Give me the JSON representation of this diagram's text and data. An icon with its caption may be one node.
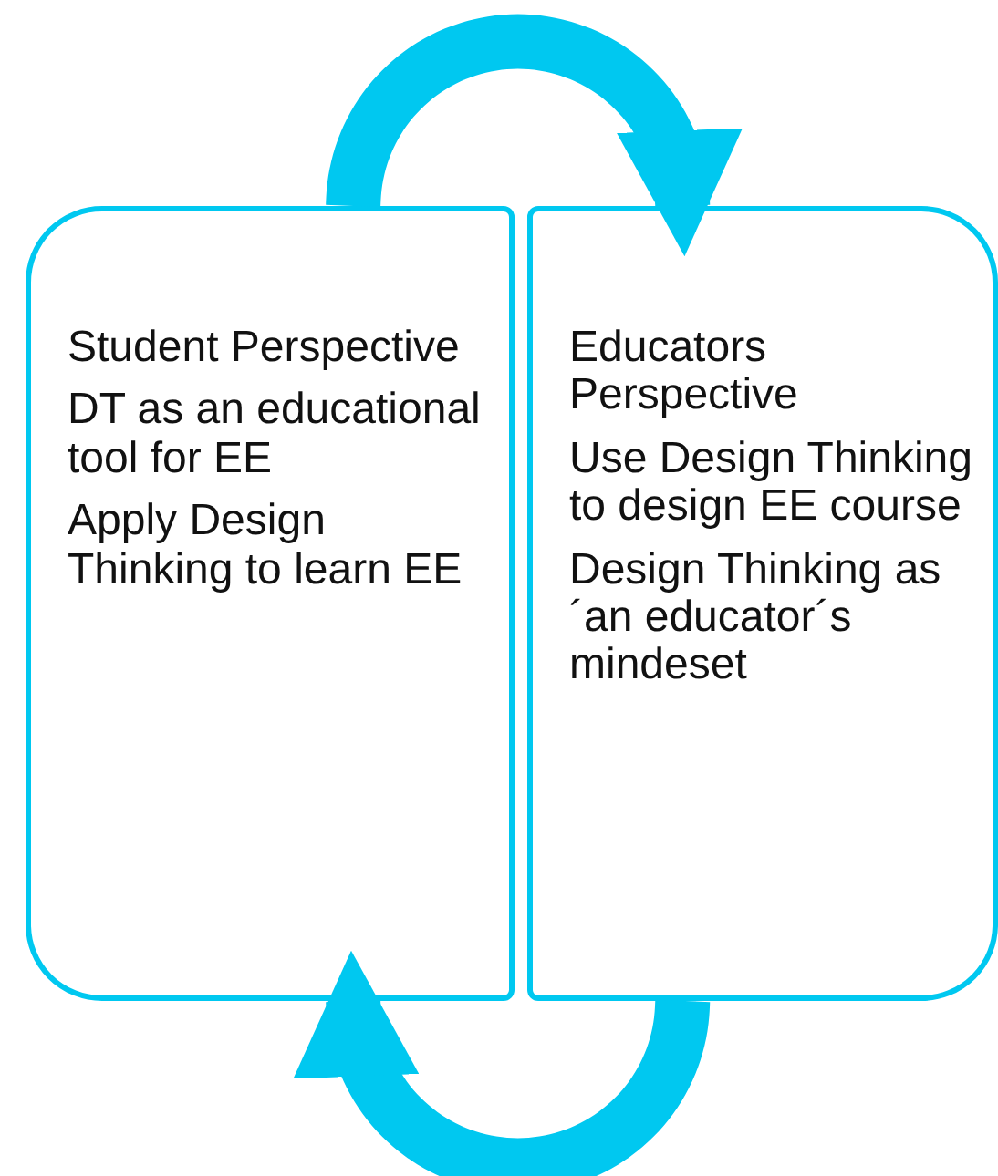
{
  "diagram": {
    "nodes": [
      {
        "text": [
          "Student Perspective",
          "DT as an educational tool for EE",
          "Apply Design Thinking to learn EE"
        ]
      },
      {
        "text": [
          "Educators Perspective",
          "Use Design Thinking to design EE course",
          "Design Thinking as´an educator´s mindeset"
        ]
      }
    ],
    "edges": [
      {
        "from": 0,
        "to": 1,
        "arrow": "to"
      },
      {
        "from": 1,
        "to": 0,
        "arrow": "to"
      }
    ]
  }
}
